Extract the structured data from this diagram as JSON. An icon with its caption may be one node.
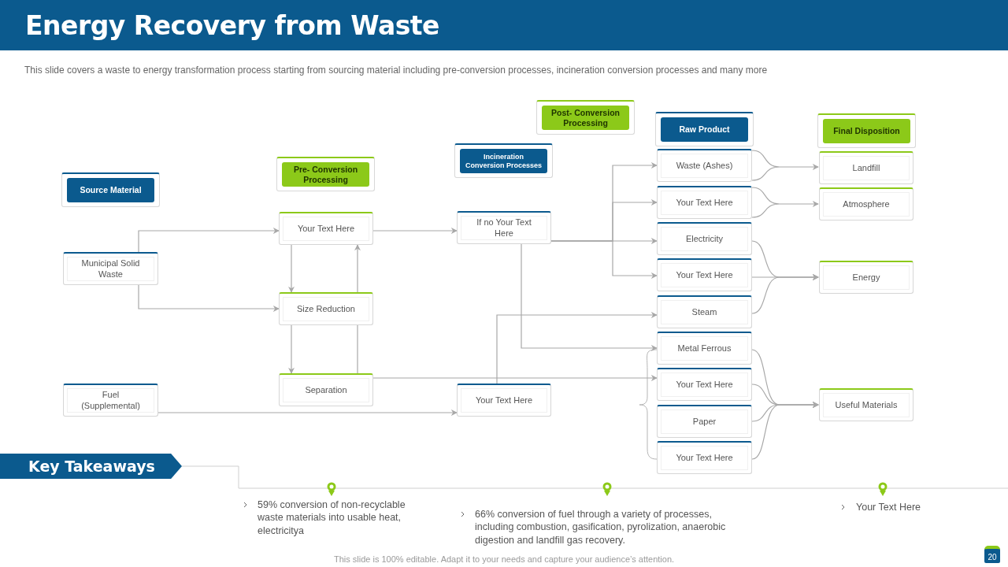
{
  "diagram": {
    "title": "Energy Recovery from Waste",
    "nodes": [
      {
        "text": [
          "Source Material"
        ]
      },
      {
        "text": [
          "Pre- Conversion Processing"
        ]
      },
      {
        "text": [
          "Incineration Conversion Processes"
        ]
      },
      {
        "text": [
          "Post- Conversion Processing"
        ]
      },
      {
        "text": [
          "Raw Product"
        ]
      },
      {
        "text": [
          "Final Disposition"
        ]
      },
      {
        "text": [
          "Municipal Solid Waste"
        ]
      },
      {
        "text": [
          "Fuel (Supplemental)"
        ]
      },
      {
        "text": [
          "Your Text Here"
        ]
      },
      {
        "text": [
          "Size Reduction"
        ]
      },
      {
        "text": [
          "Separation"
        ]
      },
      {
        "text": [
          "If no Your Text Here"
        ]
      },
      {
        "text": [
          "Your Text Here"
        ]
      },
      {
        "text": [
          "Waste (Ashes)"
        ]
      },
      {
        "text": [
          "Your Text Here"
        ]
      },
      {
        "text": [
          "Electricity"
        ]
      },
      {
        "text": [
          "Your Text Here"
        ]
      },
      {
        "text": [
          "Steam"
        ]
      },
      {
        "text": [
          "Metal Ferrous"
        ]
      },
      {
        "text": [
          "Your Text Here"
        ]
      },
      {
        "text": [
          "Paper"
        ]
      },
      {
        "text": [
          "Your Text Here"
        ]
      },
      {
        "text": [
          "Landfill"
        ]
      },
      {
        "text": [
          "Atmosphere"
        ]
      },
      {
        "text": [
          "Energy"
        ]
      },
      {
        "text": [
          "Useful Materials"
        ]
      }
    ],
    "edges": [
      {
        "from": 6,
        "to": 8,
        "arrow": "to"
      },
      {
        "from": 6,
        "to": 9,
        "arrow": "to"
      },
      {
        "from": 7,
        "to": 12,
        "arrow": "to"
      },
      {
        "from": 8,
        "to": 9,
        "arrow": "to"
      },
      {
        "from": 9,
        "to": 10,
        "arrow": "to"
      },
      {
        "from": 10,
        "to": 9,
        "arrow": "none"
      },
      {
        "from": 9,
        "to": 8,
        "arrow": "to"
      },
      {
        "from": 8,
        "to": 11,
        "arrow": "to"
      },
      {
        "from": 10,
        "to": 19,
        "arrow": "to"
      },
      {
        "from": 11,
        "to": 13,
        "arrow": "to"
      },
      {
        "from": 11,
        "to": 14,
        "arrow": "to"
      },
      {
        "from": 11,
        "to": 15,
        "arrow": "to"
      },
      {
        "from": 11,
        "to": 16,
        "arrow": "to"
      },
      {
        "from": 11,
        "to": 18,
        "arrow": "to"
      },
      {
        "from": 12,
        "to": 17,
        "arrow": "to"
      },
      {
        "from": 13,
        "to": 22,
        "arrow": "to"
      },
      {
        "from": 14,
        "to": 23,
        "arrow": "to"
      },
      {
        "from": 15,
        "to": 24,
        "arrow": "to"
      },
      {
        "from": 16,
        "to": 24,
        "arrow": "to"
      },
      {
        "from": 17,
        "to": 24,
        "arrow": "to"
      },
      {
        "from": 18,
        "to": 25,
        "arrow": "to"
      },
      {
        "from": 19,
        "to": 25,
        "arrow": "to"
      },
      {
        "from": 20,
        "to": 25,
        "arrow": "to"
      },
      {
        "from": 21,
        "to": 25,
        "arrow": "to"
      }
    ],
    "labels": [
      "This slide covers a waste to energy transformation process starting from sourcing material including pre-conversion processes, incineration conversion processes and many more",
      "Key Takeaways",
      "59% conversion of non-recyclable waste materials into usable heat, electricitya",
      "66% conversion of fuel through a variety of processes, including combustion, gasification, pyrolization, anaerobic digestion and landfill gas recovery.",
      "Your Text Here",
      "This slide is 100% editable. Adapt it to your needs and capture your audience’s attention.",
      "20"
    ]
  }
}
